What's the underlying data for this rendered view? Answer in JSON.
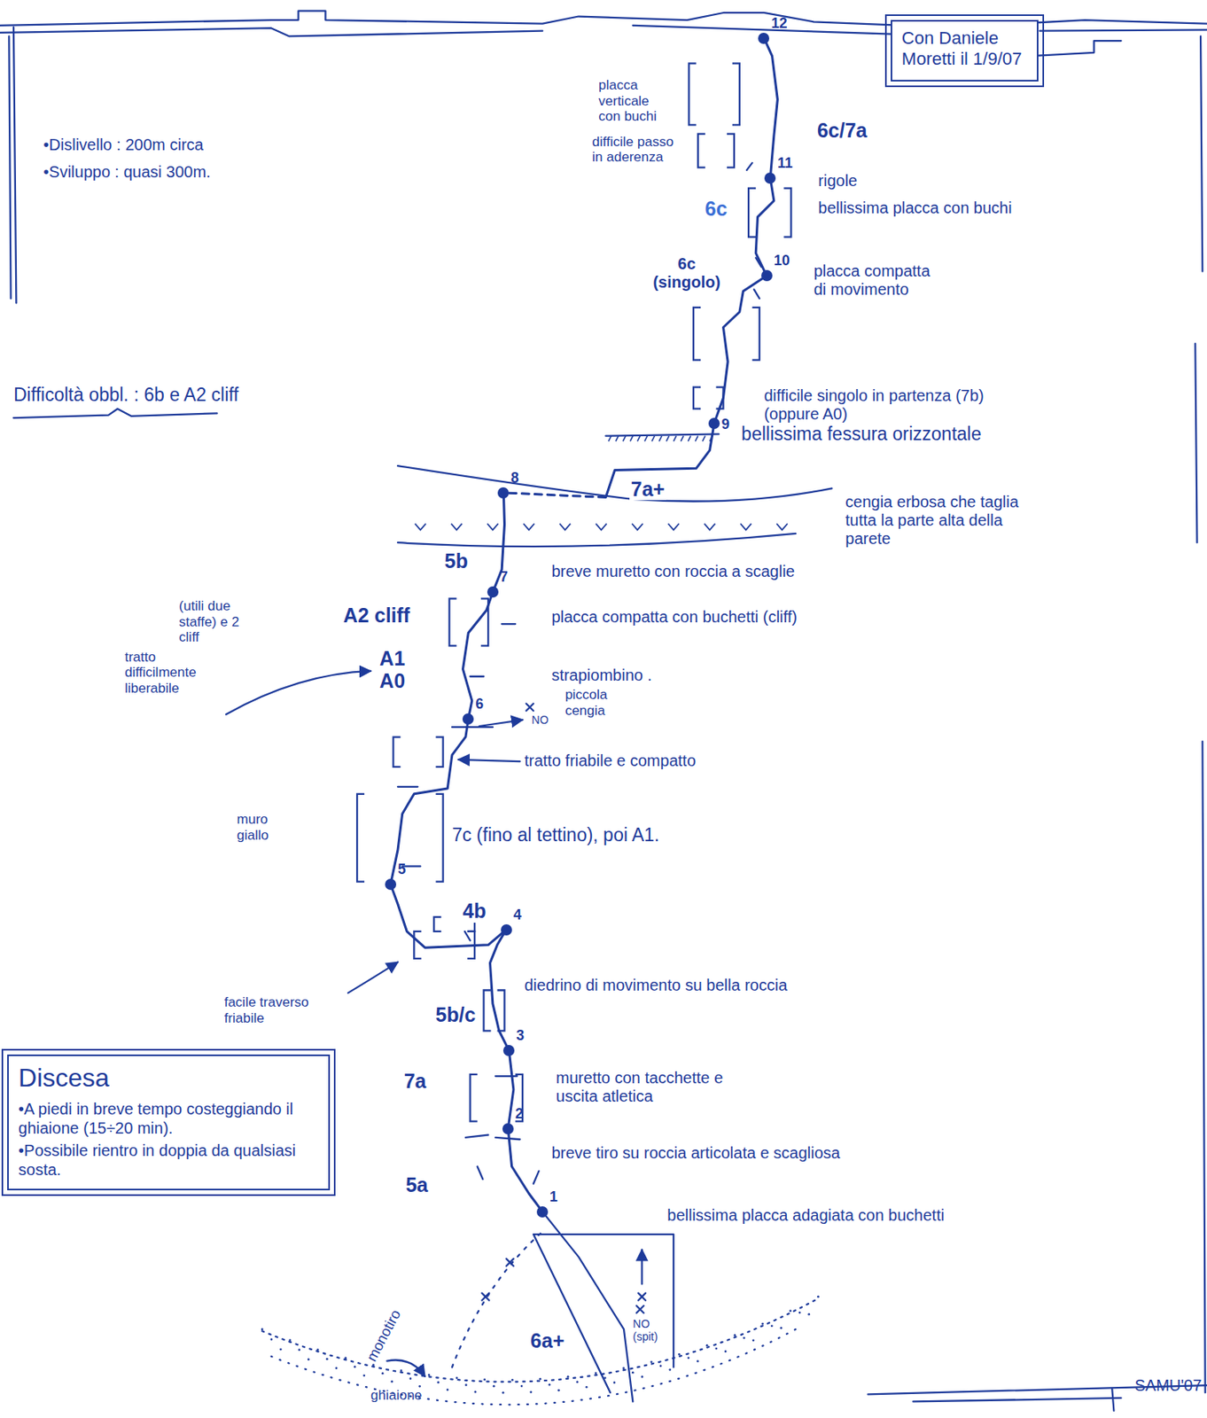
{
  "diagram": {
    "nodes": [
      {
        "text": [
          "Con Daniele Moretti il 1/9/07"
        ]
      },
      {
        "text": [
          "12"
        ]
      },
      {
        "text": [
          "11"
        ]
      },
      {
        "text": [
          "10"
        ]
      },
      {
        "text": [
          "9"
        ]
      },
      {
        "text": [
          "8"
        ]
      },
      {
        "text": [
          "7"
        ]
      },
      {
        "text": [
          "6"
        ]
      },
      {
        "text": [
          "5"
        ]
      },
      {
        "text": [
          "4"
        ]
      },
      {
        "text": [
          "3"
        ]
      },
      {
        "text": [
          "2"
        ]
      },
      {
        "text": [
          "1"
        ]
      },
      {
        "text": [
          "Discesa",
          "•A piedi in breve tempo costeggiando il ghiaione (15÷20 min).",
          "•Possibile rientro in doppia da qualsiasi sosta."
        ]
      }
    ],
    "edges": [
      {
        "from": 12,
        "to": 11,
        "arrow": "none"
      },
      {
        "from": 11,
        "to": 10,
        "arrow": "none"
      },
      {
        "from": 10,
        "to": 9,
        "arrow": "none"
      },
      {
        "from": 9,
        "to": 8,
        "arrow": "none"
      },
      {
        "from": 8,
        "to": 7,
        "arrow": "none"
      },
      {
        "from": 7,
        "to": 6,
        "arrow": "none"
      },
      {
        "from": 6,
        "to": 5,
        "arrow": "none"
      },
      {
        "from": 5,
        "to": 4,
        "arrow": "none"
      },
      {
        "from": 4,
        "to": 3,
        "arrow": "none"
      },
      {
        "from": 3,
        "to": 2,
        "arrow": "none"
      },
      {
        "from": 2,
        "to": 1,
        "arrow": "none"
      }
    ],
    "labels": [
      "•Dislivello : 200m circa",
      "•Sviluppo : quasi 300m.",
      "placca verticale con buchi",
      "difficile passo in aderenza",
      "6c/7a",
      "rigole",
      "6c",
      "bellissima placca con buchi",
      "6c (singolo)",
      "placca compatta di movimento",
      "Difficoltà obbl. : 6b e A2 cliff",
      "difficile singolo in partenza (7b) (oppure A0)",
      "bellissima fessura orizzontale",
      "7a+",
      "cengia erbosa che taglia tutta la parte alta della parete",
      "5b",
      "breve muretto con roccia a scaglie",
      "(utili due staffe) e 2 cliff",
      "A2 cliff",
      "placca compatta con buchetti (cliff)",
      "tratto difficilmente liberabile",
      "A1",
      "A0",
      "strapiombino .",
      "piccola cengia",
      "NO",
      "tratto friabile e compatto",
      "muro giallo",
      "7c (fino al tettino), poi A1.",
      "4b",
      "diedrino di movimento su bella roccia",
      "facile traverso friabile",
      "5b/c",
      "7a",
      "muretto con tacchette e uscita atletica",
      "breve tiro su roccia articolata e scagliosa",
      "5a",
      "monotiro",
      "bellissima placca adagiata con buchetti",
      "NO (spit)",
      "6a+",
      "ghiaione",
      "SAMU'07"
    ]
  }
}
